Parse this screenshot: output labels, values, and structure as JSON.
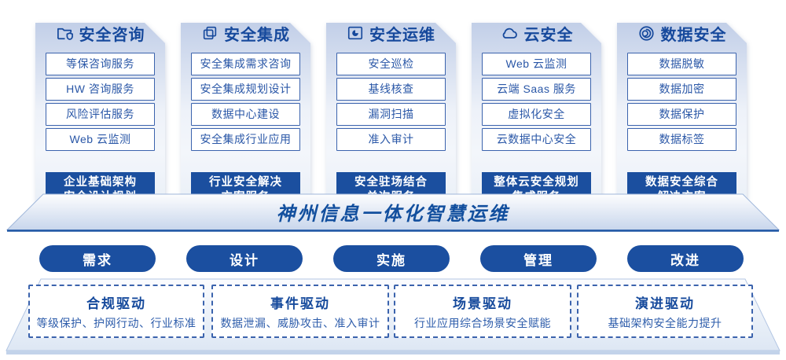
{
  "colors": {
    "accent": "#1b4fa0",
    "card_top": "#c2cfe8",
    "item_border": "#3b63ad",
    "item_text": "#2a57a7",
    "header_text": "#16499c",
    "banner_text": "#124f9e",
    "highlight_bg": "#1b4f9f"
  },
  "columns": [
    {
      "title": "安全咨询",
      "icon": "folder-shield-icon",
      "items": [
        "等保咨询服务",
        "HW 咨询服务",
        "风险评估服务",
        "Web 云监测"
      ],
      "highlight": [
        "企业基础架构",
        "安全设计规划"
      ]
    },
    {
      "title": "安全集成",
      "icon": "copy-docs-icon",
      "items": [
        "安全集成需求咨询",
        "安全集成规划设计",
        "数据中心建设",
        "安全集成行业应用"
      ],
      "highlight": [
        "行业安全解决",
        "方案服务"
      ]
    },
    {
      "title": "安全运维",
      "icon": "monitor-pie-icon",
      "items": [
        "安全巡检",
        "基线核查",
        "漏洞扫描",
        "准入审计"
      ],
      "highlight": [
        "安全驻场结合",
        "单次服务"
      ]
    },
    {
      "title": "云安全",
      "icon": "cloud-icon",
      "items": [
        "Web 云监测",
        "云端 Saas 服务",
        "虚拟化安全",
        "云数据中心安全"
      ],
      "highlight": [
        "整体云安全规划",
        "集成服务"
      ]
    },
    {
      "title": "数据安全",
      "icon": "data-swirl-icon",
      "items": [
        "数据脱敏",
        "数据加密",
        "数据保护",
        "数据标签"
      ],
      "highlight": [
        "数据安全综合",
        "解决方案"
      ]
    }
  ],
  "banner": {
    "title": "神州信息一体化智慧运维"
  },
  "phases": [
    {
      "label": "需求"
    },
    {
      "label": "设计"
    },
    {
      "label": "实施"
    },
    {
      "label": "管理"
    },
    {
      "label": "改进"
    }
  ],
  "drivers": [
    {
      "title": "合规驱动",
      "desc": "等级保护、护网行动、行业标准"
    },
    {
      "title": "事件驱动",
      "desc": "数据泄漏、威胁攻击、准入审计"
    },
    {
      "title": "场景驱动",
      "desc": "行业应用综合场景安全赋能"
    },
    {
      "title": "演进驱动",
      "desc": "基础架构安全能力提升"
    }
  ]
}
